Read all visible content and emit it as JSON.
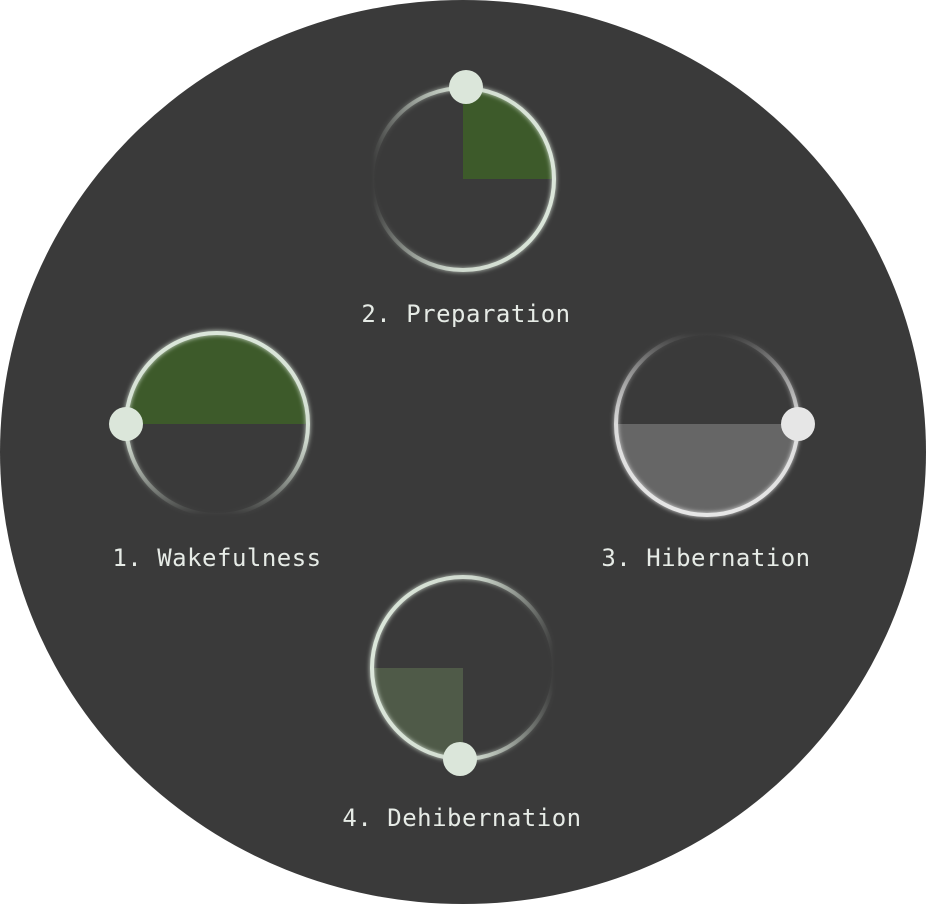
{
  "colors": {
    "background": "#3a3a3a",
    "ring": "#dbe6da",
    "green_fill": "#3d5a2a",
    "green_fill_muted": "#4f5a48",
    "grey_fill": "#666666",
    "knob_light": "#dbe6da",
    "knob_grey": "#e6e6e6",
    "label": "#e6ebe6"
  },
  "phases": [
    {
      "id": "wakefulness",
      "label": "1. Wakefulness",
      "fill": "half-top",
      "fill_color": "green"
    },
    {
      "id": "preparation",
      "label": "2. Preparation",
      "fill": "quarter-top-right",
      "fill_color": "green"
    },
    {
      "id": "hibernation",
      "label": "3. Hibernation",
      "fill": "half-bottom",
      "fill_color": "grey"
    },
    {
      "id": "dehibernation",
      "label": "4. Dehibernation",
      "fill": "quarter-bottom-left",
      "fill_color": "green-muted"
    }
  ]
}
